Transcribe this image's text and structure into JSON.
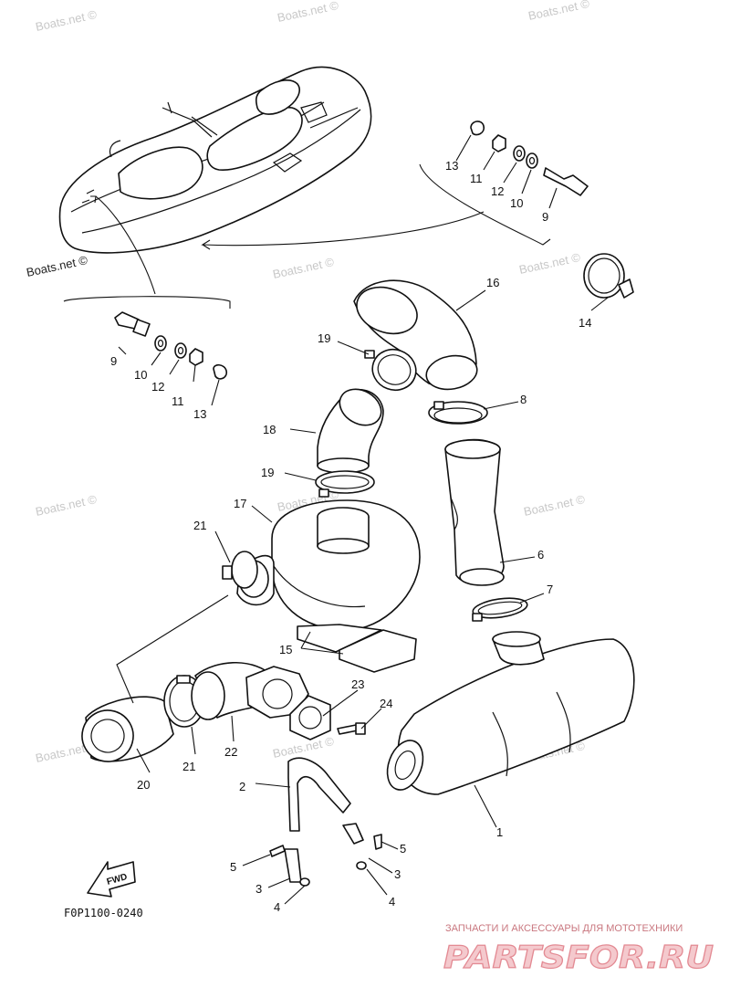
{
  "diagram": {
    "figure_code": "F0P1100-0240",
    "fwd_label": "FWD",
    "watermark": "Boats.net ©",
    "shop_tagline": "ЗАПЧАСТИ И АКСЕССУАРЫ ДЛЯ МОТОТЕХНИКИ",
    "shop_logo": "PARTSFOR.RU",
    "part_labels": {
      "p1": "1",
      "p2": "2",
      "p3a": "3",
      "p3b": "3",
      "p4a": "4",
      "p4b": "4",
      "p5a": "5",
      "p5b": "5",
      "p6": "6",
      "p7": "7",
      "p8": "8",
      "p9a": "9",
      "p9b": "9",
      "p10a": "10",
      "p10b": "10",
      "p11a": "11",
      "p11b": "11",
      "p12a": "12",
      "p12b": "12",
      "p13a": "13",
      "p13b": "13",
      "p14": "14",
      "p15": "15",
      "p16": "16",
      "p17": "17",
      "p18": "18",
      "p19a": "19",
      "p19b": "19",
      "p20": "20",
      "p21a": "21",
      "p21b": "21",
      "p22": "22",
      "p23": "23",
      "p24": "24"
    },
    "colors": {
      "line": "#111111",
      "watermark": "#c8c8c8",
      "shop_logo": "#e38a93"
    }
  }
}
